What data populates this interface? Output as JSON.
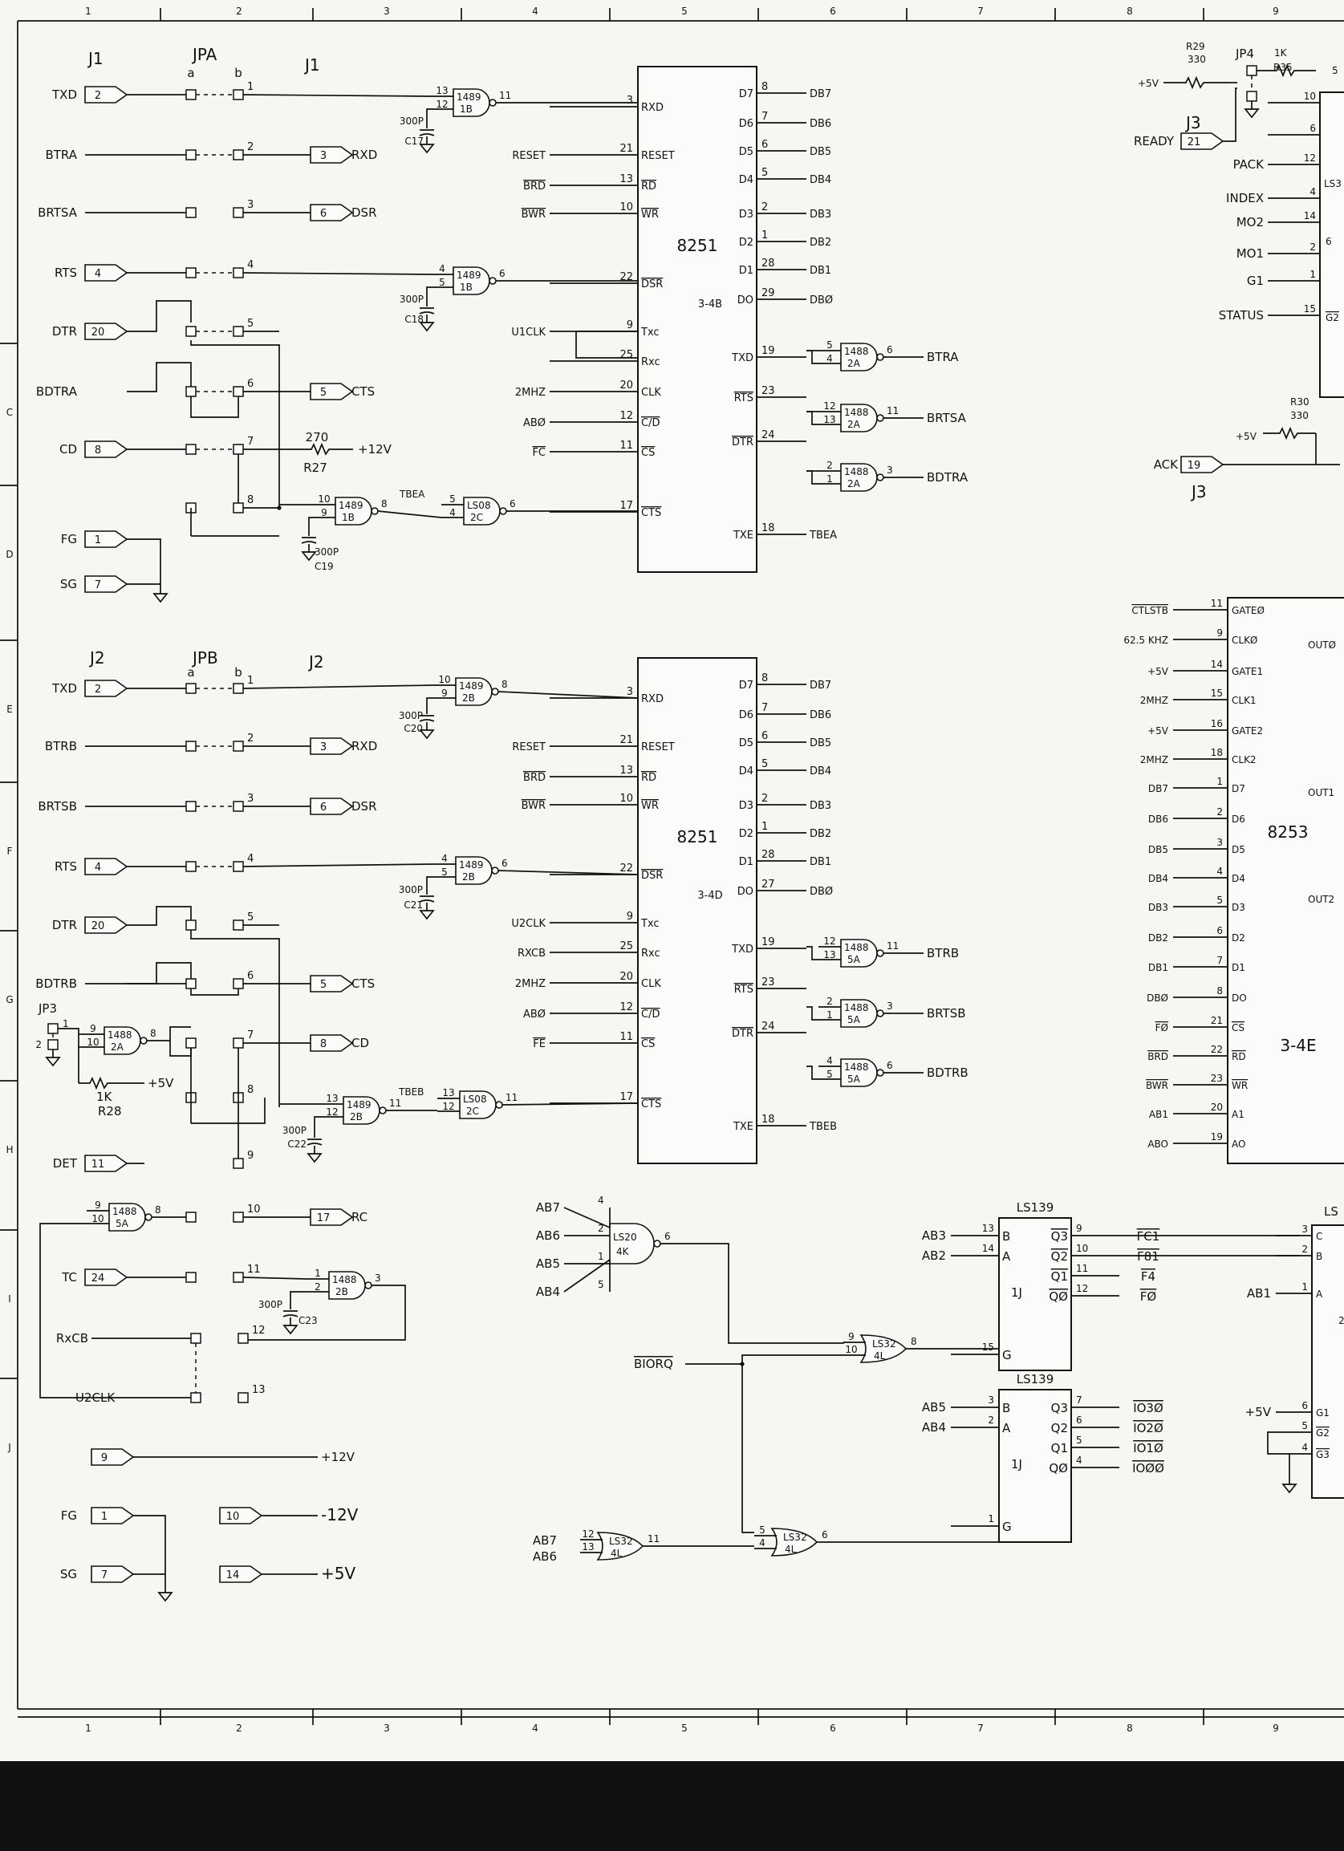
{
  "border": {
    "cols": [
      "1",
      "2",
      "3",
      "4",
      "5",
      "6",
      "7",
      "8",
      "9"
    ],
    "rows": [
      "C",
      "D",
      "E",
      "F",
      "G",
      "H",
      "I",
      "J"
    ]
  },
  "j1": {
    "conn": "J1",
    "jumper": "JPA",
    "jumper_hdr": "J1",
    "a": "a",
    "b": "b",
    "rows": [
      {
        "name": "TXD",
        "pin": "2",
        "jp": "1"
      },
      {
        "name": "BTRA",
        "pin": "",
        "jp": "2",
        "out_pin": "3",
        "out": "RXD"
      },
      {
        "name": "BRTSA",
        "pin": "",
        "jp": "3",
        "out_pin": "6",
        "out": "DSR"
      },
      {
        "name": "RTS",
        "pin": "4",
        "jp": "4"
      },
      {
        "name": "DTR",
        "pin": "20",
        "jp": "5"
      },
      {
        "name": "BDTRA",
        "pin": "",
        "jp": "6",
        "out_pin": "5",
        "out": "CTS"
      },
      {
        "name": "CD",
        "pin": "8",
        "jp": "7"
      },
      {
        "name": "",
        "pin": "",
        "jp": "8"
      },
      {
        "name": "FG",
        "pin": "1"
      },
      {
        "name": "SG",
        "pin": "7"
      }
    ],
    "r27": {
      "val": "270",
      "ref": "R27",
      "rail": "+12V"
    }
  },
  "gates1": [
    {
      "type": "1489",
      "loc": "1B",
      "in1": "13",
      "in2": "12",
      "out": "11",
      "cap": "300P",
      "capref": "C17"
    },
    {
      "type": "1489",
      "loc": "1B",
      "in1": "4",
      "in2": "5",
      "out": "6",
      "cap": "300P",
      "capref": "C18"
    },
    {
      "type": "1489",
      "loc": "1B",
      "in1": "10",
      "in2": "9",
      "out": "8",
      "cap": "300P",
      "capref": "C19"
    },
    {
      "type": "LS08",
      "loc": "2C",
      "in1": "5",
      "in2": "4",
      "out": "6",
      "net": "TBEA"
    }
  ],
  "u8251a": {
    "name": "8251",
    "loc": "3-4B",
    "left": [
      {
        "pin": "3",
        "name": "RXD",
        "net": ""
      },
      {
        "pin": "21",
        "name": "RESET",
        "net": "RESET"
      },
      {
        "pin": "13",
        "name": "RD",
        "net": "BRD"
      },
      {
        "pin": "10",
        "name": "WR",
        "net": "BWR"
      },
      {
        "pin": "22",
        "name": "DSR",
        "net": ""
      },
      {
        "pin": "9",
        "name": "Txc",
        "net": "U1CLK"
      },
      {
        "pin": "25",
        "name": "Rxc",
        "net": ""
      },
      {
        "pin": "20",
        "name": "CLK",
        "net": "2MHZ"
      },
      {
        "pin": "12",
        "name": "C/D",
        "net": "ABØ"
      },
      {
        "pin": "11",
        "name": "CS",
        "net": "FC"
      },
      {
        "pin": "17",
        "name": "CTS",
        "net": ""
      }
    ],
    "right": [
      {
        "pin": "8",
        "name": "D7",
        "net": "DB7"
      },
      {
        "pin": "7",
        "name": "D6",
        "net": "DB6"
      },
      {
        "pin": "6",
        "name": "D5",
        "net": "DB5"
      },
      {
        "pin": "5",
        "name": "D4",
        "net": "DB4"
      },
      {
        "pin": "2",
        "name": "D3",
        "net": "DB3"
      },
      {
        "pin": "1",
        "name": "D2",
        "net": "DB2"
      },
      {
        "pin": "28",
        "name": "D1",
        "net": "DB1"
      },
      {
        "pin": "29",
        "name": "DO",
        "net": "DBØ"
      },
      {
        "pin": "19",
        "name": "TXD",
        "net": ""
      },
      {
        "pin": "23",
        "name": "RTS",
        "net": ""
      },
      {
        "pin": "24",
        "name": "DTR",
        "net": ""
      },
      {
        "pin": "18",
        "name": "TXE",
        "net": "TBEA"
      }
    ]
  },
  "drv1": [
    {
      "type": "1488",
      "loc": "2A",
      "in1": "5",
      "in2": "4",
      "out": "6",
      "net": "BTRA"
    },
    {
      "type": "1488",
      "loc": "2A",
      "in1": "12",
      "in2": "13",
      "out": "11",
      "net": "BRTSA"
    },
    {
      "type": "1488",
      "loc": "2A",
      "in1": "2",
      "in2": "1",
      "out": "3",
      "net": "BDTRA"
    }
  ],
  "j2": {
    "conn": "J2",
    "jumper": "JPB",
    "jumper_hdr": "J2",
    "a": "a",
    "b": "b",
    "rows": [
      {
        "name": "TXD",
        "pin": "2",
        "jp": "1"
      },
      {
        "name": "BTRB",
        "pin": "",
        "jp": "2",
        "out_pin": "3",
        "out": "RXD"
      },
      {
        "name": "BRTSB",
        "pin": "",
        "jp": "3",
        "out_pin": "6",
        "out": "DSR"
      },
      {
        "name": "RTS",
        "pin": "4",
        "jp": "4"
      },
      {
        "name": "DTR",
        "pin": "20",
        "jp": "5"
      },
      {
        "name": "BDTRB",
        "pin": "",
        "jp": "6",
        "out_pin": "5",
        "out": "CTS"
      },
      {
        "name": "",
        "pin": "",
        "jp": "7",
        "out_pin": "8",
        "out": "CD"
      },
      {
        "name": "",
        "pin": "",
        "jp": "8"
      },
      {
        "name": "DET",
        "pin": "11",
        "jp": "9"
      }
    ],
    "jp3": {
      "name": "JP3",
      "p1": "1",
      "p2": "2",
      "r28": "1K",
      "r28ref": "R28",
      "rail": "+5V"
    }
  },
  "gates2": [
    {
      "type": "1489",
      "loc": "2B",
      "in1": "10",
      "in2": "9",
      "out": "8",
      "cap": "300P",
      "capref": "C20"
    },
    {
      "type": "1489",
      "loc": "2B",
      "in1": "4",
      "in2": "5",
      "out": "6",
      "cap": "300P",
      "capref": "C21"
    },
    {
      "type": "1489",
      "loc": "2B",
      "in1": "13",
      "in2": "12",
      "out": "11",
      "cap": "300P",
      "capref": "C22"
    },
    {
      "type": "LS08",
      "loc": "2C",
      "in1": "13",
      "in2": "12",
      "out": "11",
      "net": "TBEB"
    },
    {
      "type": "1488",
      "loc": "2A",
      "in1": "9",
      "in2": "10",
      "out": "8"
    }
  ],
  "u8251b": {
    "name": "8251",
    "loc": "3-4D",
    "left": [
      {
        "pin": "3",
        "name": "RXD",
        "net": ""
      },
      {
        "pin": "21",
        "name": "RESET",
        "net": "RESET"
      },
      {
        "pin": "13",
        "name": "RD",
        "net": "BRD"
      },
      {
        "pin": "10",
        "name": "WR",
        "net": "BWR"
      },
      {
        "pin": "22",
        "name": "DSR",
        "net": ""
      },
      {
        "pin": "9",
        "name": "Txc",
        "net": "U2CLK"
      },
      {
        "pin": "25",
        "name": "Rxc",
        "net": "RXCB"
      },
      {
        "pin": "20",
        "name": "CLK",
        "net": "2MHZ"
      },
      {
        "pin": "12",
        "name": "C/D",
        "net": "ABØ"
      },
      {
        "pin": "11",
        "name": "CS",
        "net": "FE"
      },
      {
        "pin": "17",
        "name": "CTS",
        "net": ""
      }
    ],
    "right": [
      {
        "pin": "8",
        "name": "D7",
        "net": "DB7"
      },
      {
        "pin": "7",
        "name": "D6",
        "net": "DB6"
      },
      {
        "pin": "6",
        "name": "D5",
        "net": "DB5"
      },
      {
        "pin": "5",
        "name": "D4",
        "net": "DB4"
      },
      {
        "pin": "2",
        "name": "D3",
        "net": "DB3"
      },
      {
        "pin": "1",
        "name": "D2",
        "net": "DB2"
      },
      {
        "pin": "28",
        "name": "D1",
        "net": "DB1"
      },
      {
        "pin": "27",
        "name": "DO",
        "net": "DBØ"
      },
      {
        "pin": "19",
        "name": "TXD",
        "net": ""
      },
      {
        "pin": "23",
        "name": "RTS",
        "net": ""
      },
      {
        "pin": "24",
        "name": "DTR",
        "net": ""
      },
      {
        "pin": "18",
        "name": "TXE",
        "net": "TBEB"
      }
    ]
  },
  "drv2": [
    {
      "type": "1488",
      "loc": "5A",
      "in1": "12",
      "in2": "13",
      "out": "11",
      "net": "BTRB"
    },
    {
      "type": "1488",
      "loc": "5A",
      "in1": "2",
      "in2": "1",
      "out": "3",
      "net": "BRTSB"
    },
    {
      "type": "1488",
      "loc": "5A",
      "in1": "4",
      "in2": "5",
      "out": "6",
      "net": "BDTRB"
    }
  ],
  "misc": {
    "g5a": {
      "type": "1488",
      "loc": "5A",
      "in1": "9",
      "in2": "10",
      "out": "8"
    },
    "rc": {
      "pin": "17",
      "name": "RC",
      "jp": "10"
    },
    "tc": {
      "name": "TC",
      "pin": "24",
      "jp": "11"
    },
    "g2b": {
      "type": "1488",
      "loc": "2B",
      "in1": "1",
      "in2": "2",
      "out": "3",
      "cap": "300P",
      "capref": "C23"
    },
    "rxcb": {
      "name": "RxCB",
      "jp": "12"
    },
    "u2clk": {
      "name": "U2CLK",
      "jp": "13"
    },
    "p12": {
      "pin": "9",
      "net": "+12V"
    },
    "fg": {
      "name": "FG",
      "pin": "1"
    },
    "sg": {
      "name": "SG",
      "pin": "7"
    },
    "m12": {
      "pin": "10",
      "net": "-12V"
    },
    "p5": {
      "pin": "14",
      "net": "+5V"
    }
  },
  "decode": {
    "ls20": {
      "type": "LS20",
      "loc": "4K",
      "ins": [
        {
          "pin": "4",
          "net": "AB7"
        },
        {
          "pin": "2",
          "net": "AB6"
        },
        {
          "pin": "1",
          "net": "AB5"
        },
        {
          "pin": "5",
          "net": "AB4"
        }
      ],
      "out": "6"
    },
    "ls32a": {
      "type": "LS32",
      "loc": "4L",
      "in1": "9",
      "in2": "10",
      "out": "8"
    },
    "biorq": "BIORQ",
    "ls32b": {
      "type": "LS32",
      "loc": "4L",
      "in1": "12",
      "in2": "13",
      "out": "11",
      "n1": "AB7",
      "n2": "AB6"
    },
    "ls32c": {
      "type": "LS32",
      "loc": "4L",
      "in1": "5",
      "in2": "4",
      "out": "6"
    },
    "ls139a": {
      "type": "LS139",
      "loc": "1J",
      "ins": [
        {
          "pin": "13",
          "name": "B",
          "net": "AB3"
        },
        {
          "pin": "14",
          "name": "A",
          "net": "AB2"
        },
        {
          "pin": "15",
          "name": "G",
          "net": ""
        }
      ],
      "outs": [
        {
          "pin": "9",
          "name": "Q3",
          "net": "FC1"
        },
        {
          "pin": "10",
          "name": "Q2",
          "net": "F81"
        },
        {
          "pin": "11",
          "name": "Q1",
          "net": "F4"
        },
        {
          "pin": "12",
          "name": "QØ",
          "net": "FØ"
        }
      ]
    },
    "ls139b": {
      "type": "LS139",
      "loc": "1J",
      "ins": [
        {
          "pin": "3",
          "name": "B",
          "net": "AB5"
        },
        {
          "pin": "2",
          "name": "A",
          "net": "AB4"
        },
        {
          "pin": "1",
          "name": "G",
          "net": ""
        }
      ],
      "outs": [
        {
          "pin": "7",
          "name": "Q3",
          "net": "IO3Ø"
        },
        {
          "pin": "6",
          "name": "Q2",
          "net": "IO2Ø"
        },
        {
          "pin": "5",
          "name": "Q1",
          "net": "IO1Ø"
        },
        {
          "pin": "4",
          "name": "QØ",
          "net": "IOØØ"
        }
      ]
    }
  },
  "right": {
    "r29": {
      "ref": "R29",
      "val": "330",
      "rail": "+5V"
    },
    "jp4": "JP4",
    "r35": {
      "val": "1K",
      "ref": "R35",
      "pin": "5"
    },
    "j3": "J3",
    "ready": {
      "name": "READY",
      "pin": "21"
    },
    "ls3": {
      "name": "LS3",
      "pins": [
        {
          "pin": "10",
          "net": ""
        },
        {
          "pin": "6",
          "net": ""
        },
        {
          "pin": "12",
          "net": "PACK"
        },
        {
          "pin": "4",
          "net": "INDEX"
        },
        {
          "pin": "14",
          "net": "MO2"
        },
        {
          "pin": "2",
          "net": "MO1"
        },
        {
          "pin": "1",
          "net": "G1"
        },
        {
          "pin": "15",
          "net": "STATUS"
        }
      ],
      "g2": "G2",
      "p6": "6",
      "p2": "2"
    },
    "r30": {
      "ref": "R30",
      "val": "330",
      "rail": "+5V"
    },
    "ack": {
      "name": "ACK",
      "pin": "19",
      "conn": "J3"
    },
    "u8253": {
      "name": "8253",
      "loc": "3-4E",
      "pins": [
        {
          "pin": "11",
          "name": "GATEØ",
          "net": "CTLSTB"
        },
        {
          "pin": "9",
          "name": "CLKØ",
          "net": "62.5 KHZ"
        },
        {
          "pin": "14",
          "name": "GATE1",
          "net": "+5V"
        },
        {
          "pin": "15",
          "name": "CLK1",
          "net": "2MHZ"
        },
        {
          "pin": "16",
          "name": "GATE2",
          "net": "+5V"
        },
        {
          "pin": "18",
          "name": "CLK2",
          "net": "2MHZ"
        },
        {
          "pin": "1",
          "name": "D7",
          "net": "DB7"
        },
        {
          "pin": "2",
          "name": "D6",
          "net": "DB6"
        },
        {
          "pin": "3",
          "name": "D5",
          "net": "DB5"
        },
        {
          "pin": "4",
          "name": "D4",
          "net": "DB4"
        },
        {
          "pin": "5",
          "name": "D3",
          "net": "DB3"
        },
        {
          "pin": "6",
          "name": "D2",
          "net": "DB2"
        },
        {
          "pin": "7",
          "name": "D1",
          "net": "DB1"
        },
        {
          "pin": "8",
          "name": "DO",
          "net": "DBØ"
        },
        {
          "pin": "21",
          "name": "CS",
          "net": "FØ"
        },
        {
          "pin": "22",
          "name": "RD",
          "net": "BRD"
        },
        {
          "pin": "23",
          "name": "WR",
          "net": "BWR"
        },
        {
          "pin": "20",
          "name": "A1",
          "net": "AB1"
        },
        {
          "pin": "19",
          "name": "AO",
          "net": "ABO"
        }
      ],
      "outs": [
        "OUTØ",
        "OUT1",
        "OUT2"
      ]
    },
    "ls_right": {
      "name": "LS",
      "pins": [
        {
          "pin": "3",
          "name": "C"
        },
        {
          "pin": "2",
          "name": "B"
        },
        {
          "pin": "1",
          "name": "A",
          "net": "AB1"
        },
        {
          "pin": "6",
          "name": "G1",
          "net": "+5V"
        },
        {
          "pin": "5",
          "name": "G2"
        },
        {
          "pin": "4",
          "name": "G3"
        }
      ],
      "side": "2"
    }
  }
}
